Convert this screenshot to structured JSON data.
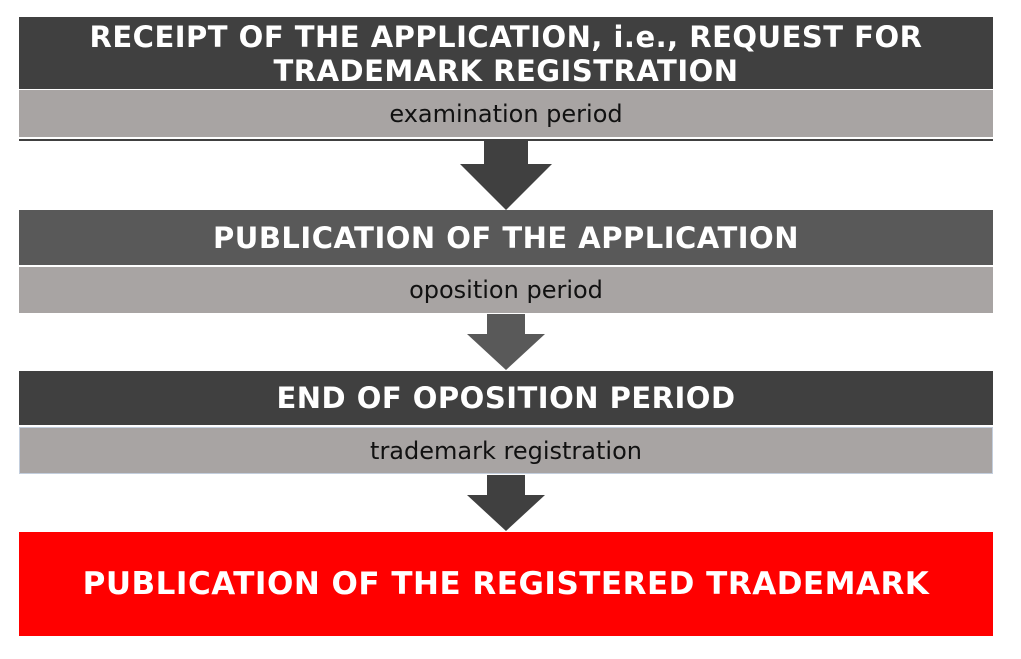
{
  "steps": [
    {
      "title": "RECEIPT OF THE APPLICATION, i.e., REQUEST FOR TRADEMARK REGISTRATION",
      "period": "examination period"
    },
    {
      "title": "PUBLICATION OF THE APPLICATION",
      "period": "oposition period"
    },
    {
      "title": "END OF OPOSITION PERIOD",
      "period": "trademark registration"
    }
  ],
  "final_step": {
    "title": "PUBLICATION OF THE REGISTERED TRADEMARK"
  },
  "colors": {
    "dark_header": "#404040",
    "mid_header": "#595959",
    "period_band": "#a8a4a3",
    "final_band": "#ff0000",
    "arrow_dark": "#404040",
    "arrow_mid": "#595959"
  }
}
